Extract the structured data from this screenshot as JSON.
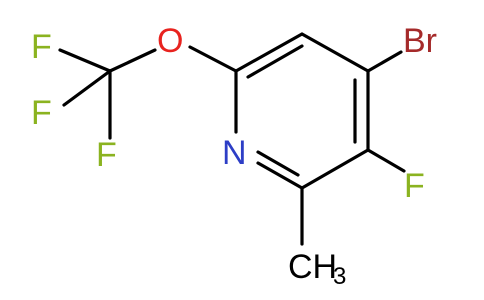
{
  "molecule": {
    "atoms": {
      "fluorine_a": "F",
      "fluorine_b": "F",
      "fluorine_c": "F",
      "oxygen": "O",
      "nitrogen": "N",
      "bromine": "Br",
      "fluorine_ring": "F",
      "methyl_main": "CH",
      "methyl_sub": "3"
    },
    "colors": {
      "fluorine": "#8bb320",
      "oxygen": "#e8231f",
      "nitrogen": "#2d3ec6",
      "bromine": "#a52a2a",
      "carbon": "#000000",
      "bond": "#000000"
    }
  }
}
